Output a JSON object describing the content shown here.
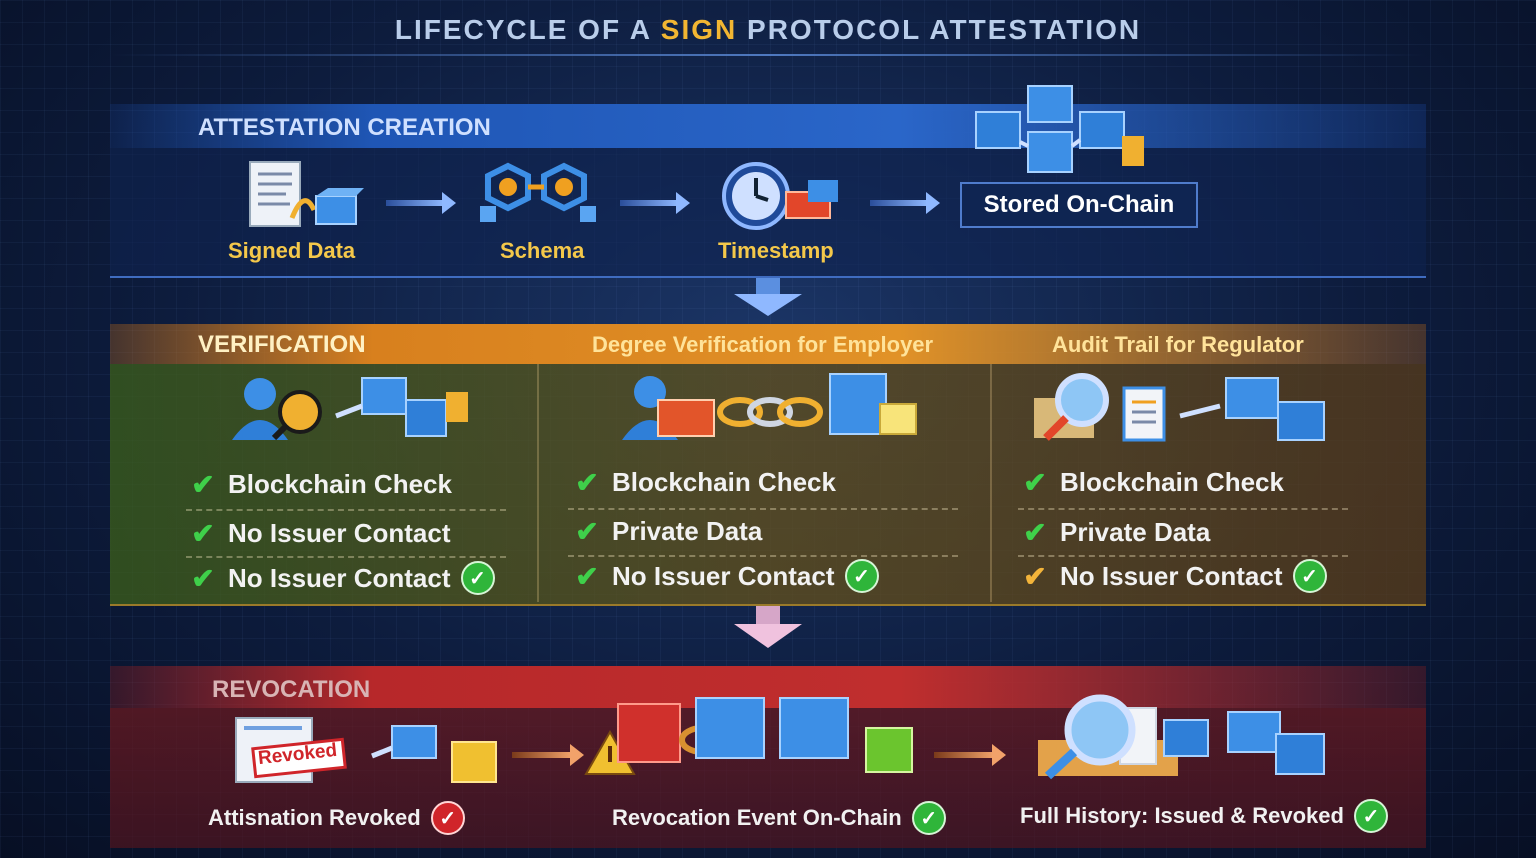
{
  "title": {
    "part1": "LIFECYCLE OF A ",
    "highlight": "SIGN",
    "part2": " PROTOCOL ATTESTATION"
  },
  "creation": {
    "title": "ATTESTATION CREATION",
    "steps": [
      "Signed Data",
      "Schema",
      "Timestamp"
    ],
    "stored": "Stored On-Chain"
  },
  "verification": {
    "title": "VERIFICATION",
    "col2_title": "Degree Verification for Employer",
    "col3_title": "Audit Trail for Regulator",
    "col1": [
      "Blockchain Check",
      "No Issuer Contact",
      "No Issuer Contact"
    ],
    "col2": [
      "Blockchain Check",
      "Private Data",
      "No Issuer Contact"
    ],
    "col3": [
      "Blockchain Check",
      "Private Data",
      "No Issuer Contact"
    ]
  },
  "revocation": {
    "title": "REVOCATION",
    "stamp": "Revoked",
    "items": [
      "Attisnation Revoked",
      "Revocation Event On-Chain",
      "Full History: Issued & Revoked"
    ]
  },
  "colors": {
    "creation": "#2a66c9",
    "verification": "#e19227",
    "revocation": "#c02e2e",
    "check": "#3fd04a"
  }
}
